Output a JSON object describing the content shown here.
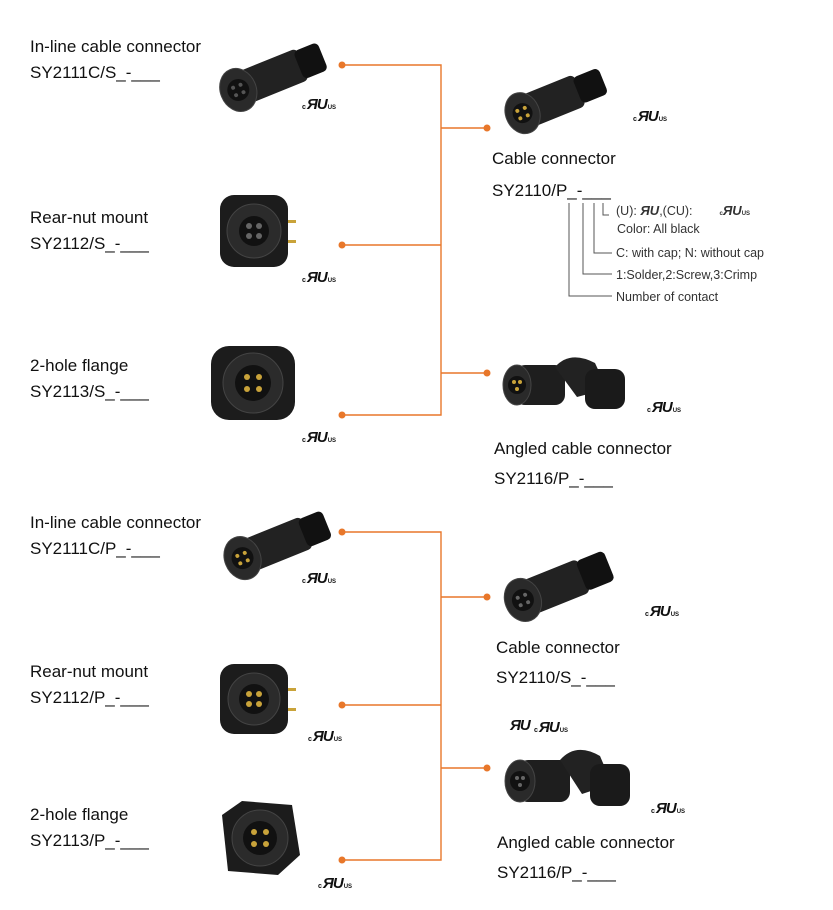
{
  "group1": {
    "left": [
      {
        "name": "In-line cable connector",
        "code": "SY2111C/S_-___"
      },
      {
        "name": "Rear-nut mount",
        "code": "SY2112/S_-___"
      },
      {
        "name": "2-hole flange",
        "code": "SY2113/S_-___"
      }
    ],
    "right": [
      {
        "name": "Cable connector",
        "code": "SY2110/P_-___"
      },
      {
        "name": "Angled cable connector",
        "code": "SY2116/P_-___"
      }
    ]
  },
  "group2": {
    "left": [
      {
        "name": "In-line cable connector",
        "code": "SY2111C/P_-___"
      },
      {
        "name": "Rear-nut mount",
        "code": "SY2112/P_-___"
      },
      {
        "name": "2-hole flange",
        "code": "SY2113/P_-___"
      }
    ],
    "right": [
      {
        "name": "Cable connector",
        "code": "SY2110/S_-___"
      },
      {
        "name": "Angled cable connector",
        "code": "SY2116/P_-___"
      }
    ]
  },
  "code_legend": {
    "cert_prefix": "(U):",
    "cert_mid": ",(CU):",
    "color": "Color: All black",
    "cap": "C: with cap; N: without cap",
    "termination": "1:Solder,2:Screw,3:Crimp",
    "contacts": "Number of contact"
  },
  "ul_mark": {
    "c": "c",
    "ru": "Я̲U",
    "us": "US"
  },
  "colors": {
    "wire": "#e8772a",
    "legend_line": "#555555",
    "connector": "#1c1c1c"
  }
}
